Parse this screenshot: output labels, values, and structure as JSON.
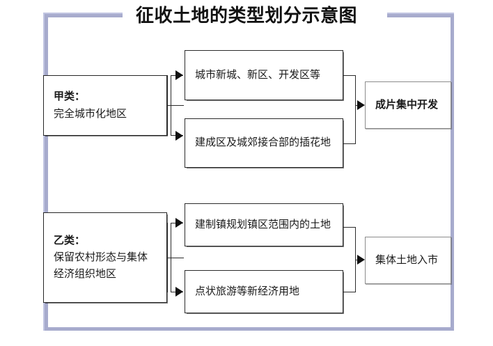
{
  "diagram": {
    "title": "征收土地的类型划分示意图",
    "frame_color": "#a7abcd",
    "line_color": "#2b2b2b"
  },
  "groups": [
    {
      "id": "group-a",
      "category": {
        "name": "category-a",
        "lines": [
          {
            "text": "甲类：",
            "bold": true
          },
          {
            "text": "完全城市化地区",
            "bold": false
          }
        ]
      },
      "items": [
        {
          "name": "item-a1",
          "text": "城市新城、新区、开发区等"
        },
        {
          "name": "item-a2",
          "text": "建成区及城郊接合部的插花地"
        }
      ],
      "outcome": {
        "name": "outcome-a",
        "text": "成片集中开发",
        "bold": true
      }
    },
    {
      "id": "group-b",
      "category": {
        "name": "category-b",
        "lines": [
          {
            "text": "乙类：",
            "bold": true
          },
          {
            "text": "保留农村形态与集体",
            "bold": false
          },
          {
            "text": "经济组织地区",
            "bold": false
          }
        ]
      },
      "items": [
        {
          "name": "item-b1",
          "text": "建制镇规划镇区范围内的土地"
        },
        {
          "name": "item-b2",
          "text": "点状旅游等新经济用地"
        }
      ],
      "outcome": {
        "name": "outcome-b",
        "text": "集体土地入市",
        "bold": false
      }
    }
  ]
}
